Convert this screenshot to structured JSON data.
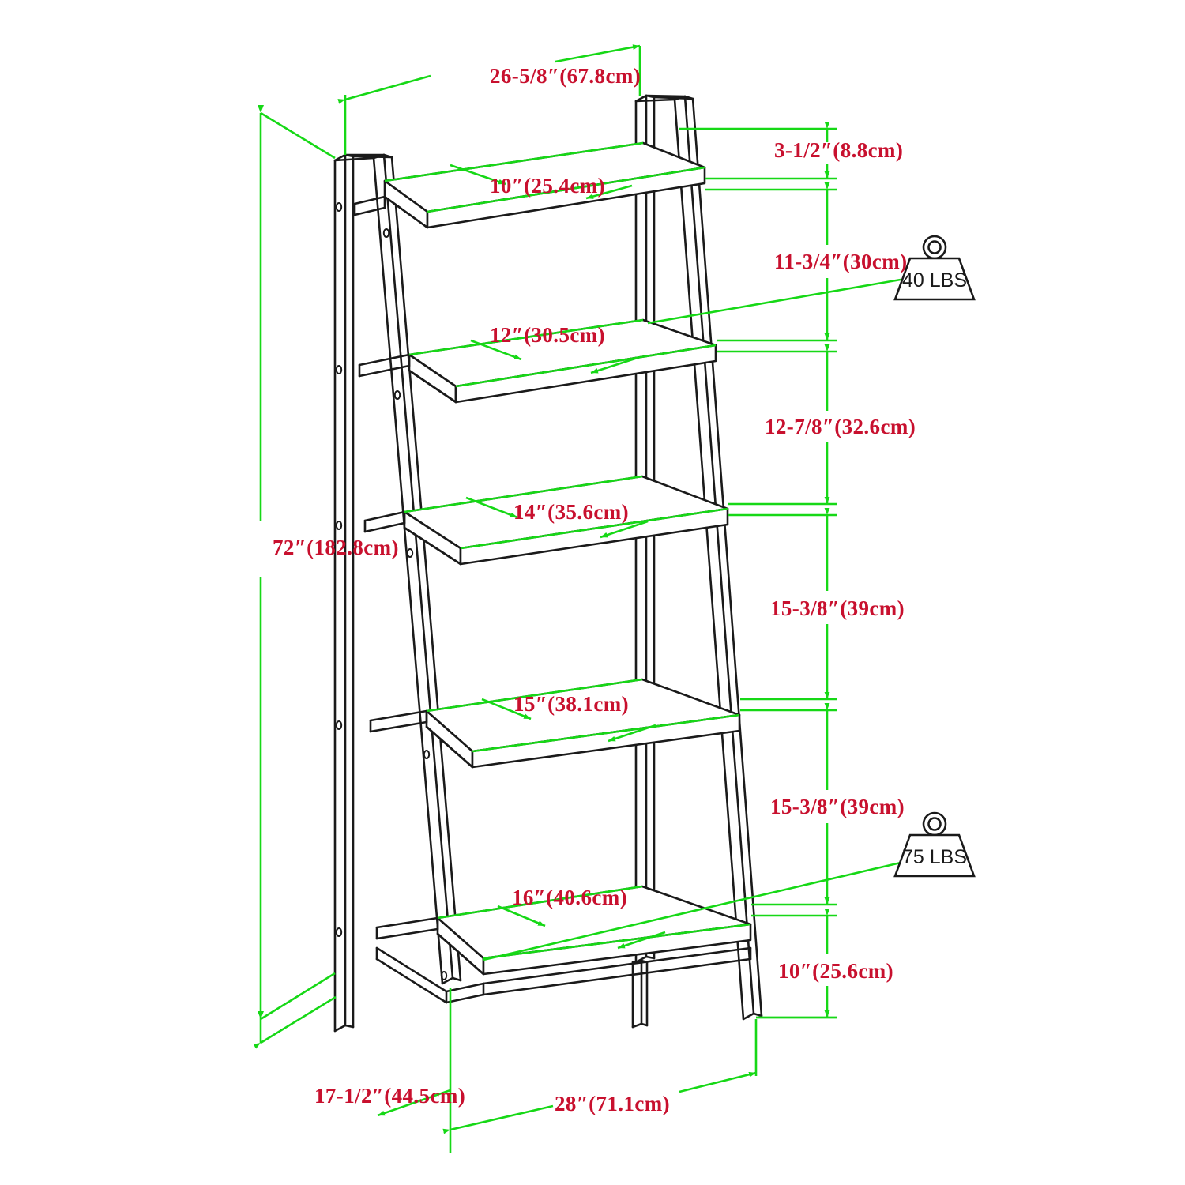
{
  "drawing": {
    "title": "Ladder Bookshelf Dimension Drawing",
    "colors": {
      "dimension_text": "#C8102E",
      "dimension_line": "#16D816",
      "outline": "#1a1a1a",
      "background": "#ffffff"
    }
  },
  "dimensions": {
    "overall_height": "72″(182.8cm)",
    "top_width": "26-5/8″(67.8cm)",
    "bottom_width": "28″(71.1cm)",
    "bottom_depth": "17-1/2″(44.5cm)",
    "shelf_depths": [
      "10″(25.4cm)",
      "12″(30.5cm)",
      "14″(35.6cm)",
      "15″(38.1cm)",
      "16″(40.6cm)"
    ],
    "vertical_gaps": [
      "3-1/2″(8.8cm)",
      "11-3/4″(30cm)",
      "12-7/8″(32.6cm)",
      "15-3/8″(39cm)",
      "15-3/8″(39cm)",
      "10″(25.6cm)"
    ]
  },
  "weight_ratings": [
    {
      "label": "40 LBS",
      "icon": "weight-icon"
    },
    {
      "label": "75 LBS",
      "icon": "weight-icon"
    }
  ]
}
